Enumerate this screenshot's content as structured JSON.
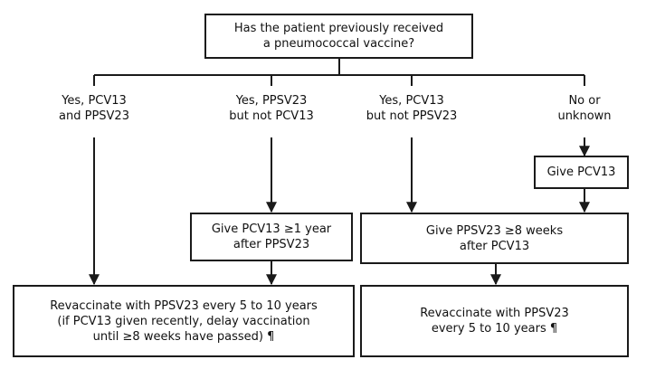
{
  "question": [
    "Has the patient previously received",
    "a pneumococcal vaccine?"
  ],
  "branches": [
    [
      "Yes, PCV13",
      "and PPSV23"
    ],
    [
      "Yes, PPSV23",
      "but not PCV13"
    ],
    [
      "Yes, PCV13",
      "but not PPSV23"
    ],
    [
      "No or",
      "unknown"
    ]
  ],
  "boxes": {
    "give_pcv13": [
      "Give PCV13"
    ],
    "give_pcv13_after": [
      "Give PCV13 ≥1 year",
      "after PPSV23"
    ],
    "give_ppsv23_after": [
      "Give PPSV23 ≥8 weeks",
      "after PCV13"
    ],
    "revaccinate_delay": [
      "Revaccinate with PPSV23 every 5 to 10 years",
      "(if PCV13 given recently, delay vaccination",
      "until ≥8 weeks have passed) ¶"
    ],
    "revaccinate": [
      "Revaccinate with PPSV23",
      "every 5 to 10 years ¶"
    ]
  },
  "colors": {
    "line": "#1a1a1a",
    "border": "#1a1a1a",
    "background": "#ffffff"
  }
}
